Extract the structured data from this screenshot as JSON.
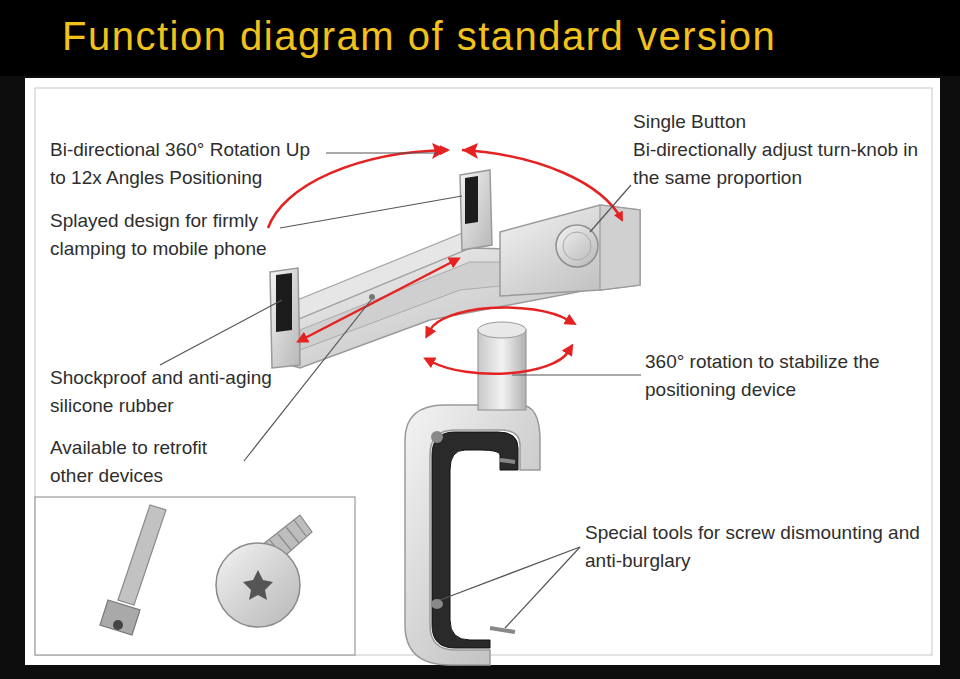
{
  "diagram": {
    "title": "Function diagram of standard version",
    "labels": [
      "Bi-directional 360° Rotation Up to 12x Angles Positioning",
      "Splayed design for firmly clamping to mobile phone",
      "Shockproof and anti-aging silicone rubber",
      "Available to retrofit other devices",
      "Single Button",
      "Bi-directionally adjust turn-knob in the same proportion",
      "360° rotation to stabilize the positioning device",
      "Special tools for screw dismounting and anti-burglary"
    ]
  }
}
